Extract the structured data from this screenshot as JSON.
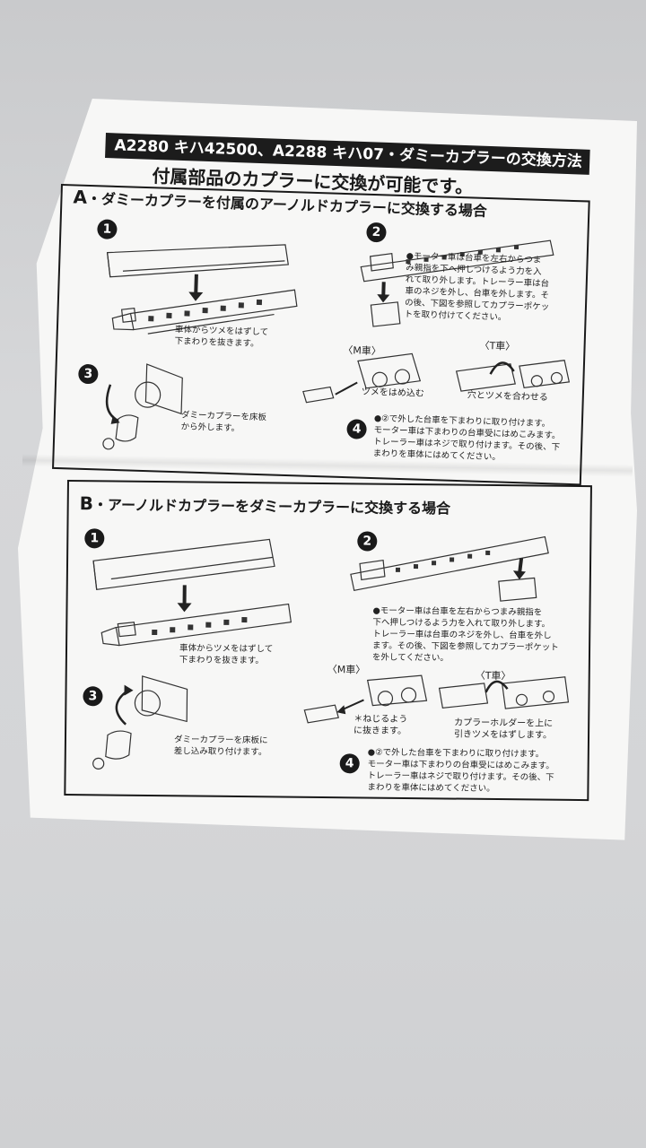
{
  "title": "A2280 キハ42500、A2288 キハ07・ダミーカプラーの交換方法",
  "subtitle": "付属部品のカプラーに交換が可能です。",
  "section_a": {
    "letter": "A",
    "heading": "・ダミーカプラーを付属のアーノルドカプラーに交換する場合",
    "step1_num": "1",
    "step1_text": "車体からツメをはずして\n下まわりを抜きます。",
    "step2_num": "2",
    "step2_text": "●モーター車は台車を左右からつま\nみ親指を下へ押しつけるよう力を入\nれて取り外します。トレーラー車は台\n車のネジを外し、台車を外します。そ\nの後、下図を参照してカプラーポケッ\nトを取り付けてください。",
    "step3_num": "3",
    "step3_text": "ダミーカプラーを床板\nから外します。",
    "m_car": "〈M車〉",
    "t_car": "〈T車〉",
    "m_note": "ツメをはめ込む",
    "t_note": "穴とツメを合わせる",
    "step4_num": "4",
    "step4_text": "●②で外した台車を下まわりに取り付けます。\nモーター車は下まわりの台車受にはめこみます。\nトレーラー車はネジで取り付けます。その後、下\nまわりを車体にはめてください。"
  },
  "section_b": {
    "letter": "B",
    "heading": "・アーノルドカプラーをダミーカプラーに交換する場合",
    "step1_num": "1",
    "step1_text": "車体からツメをはずして\n下まわりを抜きます。",
    "step2_num": "2",
    "step2_text": "●モーター車は台車を左右からつまみ親指を\n下へ押しつけるよう力を入れて取り外します。\nトレーラー車は台車のネジを外し、台車を外し\nます。その後、下図を参照してカプラーポケット\nを外してください。",
    "step3_num": "3",
    "step3_text": "ダミーカプラーを床板に\n差し込み取り付けます。",
    "m_car": "〈M車〉",
    "t_car": "〈T車〉",
    "m_note": "＊ねじるよう\nに抜きます。",
    "t_note": "カプラーホルダーを上に\n引きツメをはずします。",
    "step4_num": "4",
    "step4_text": "●②で外した台車を下まわりに取り付けます。\nモーター車は下まわりの台車受にはめこみます。\nトレーラー車はネジで取り付けます。その後、下\nまわりを車体にはめてください。"
  },
  "colors": {
    "paper": "#f7f7f6",
    "ink": "#1a1a1a",
    "background": "#d4d5d7"
  }
}
